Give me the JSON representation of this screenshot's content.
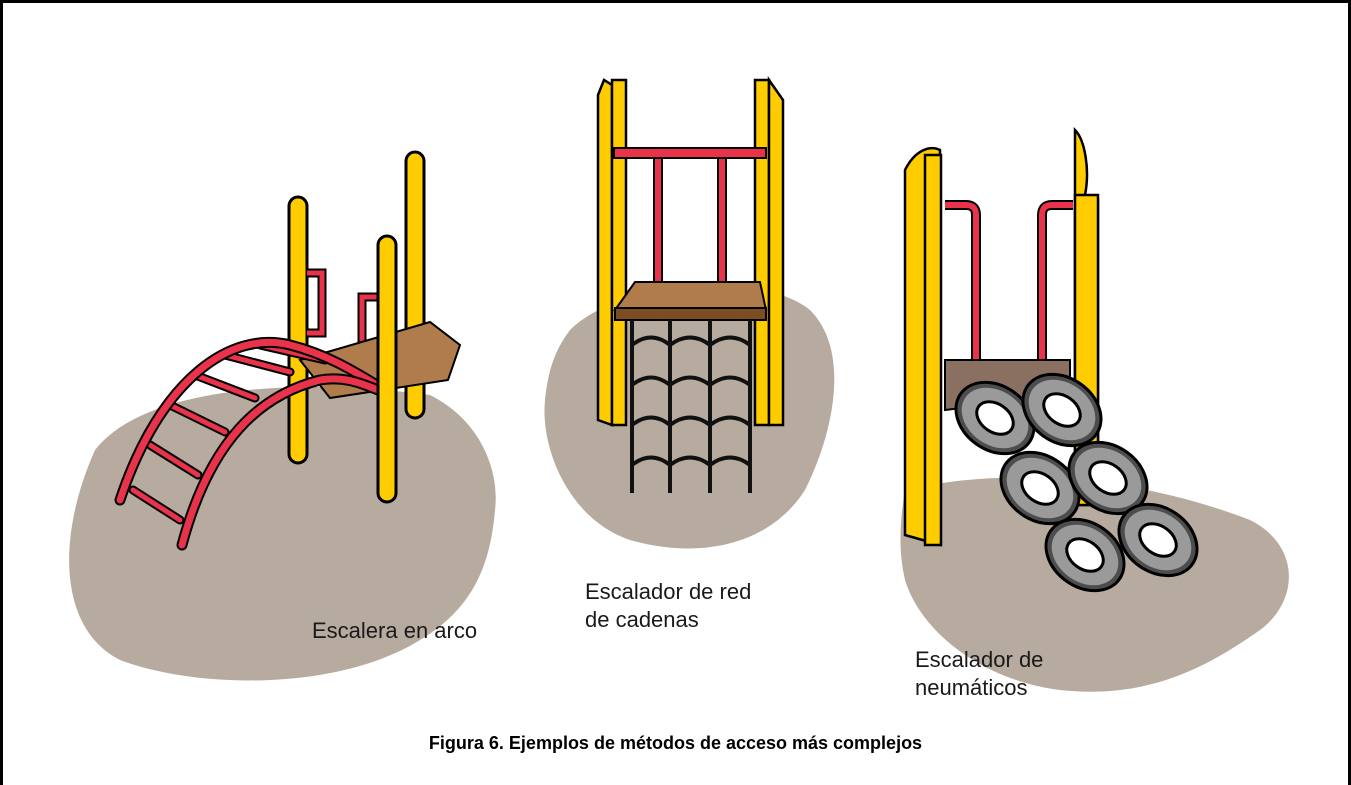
{
  "items": [
    {
      "label": "Escalera en arco"
    },
    {
      "label": "Escalador de red\nde cadenas"
    },
    {
      "label": "Escalador de\nneumáticos"
    }
  ],
  "caption": "Figura 6. Ejemplos de métodos de acceso más complejos",
  "colors": {
    "ground": "#b7aa9e",
    "post": "#ffcc00",
    "rail": "#e8334a",
    "deck": "#b07c4c",
    "tire": "#8a8a8a",
    "outline": "#000000"
  }
}
